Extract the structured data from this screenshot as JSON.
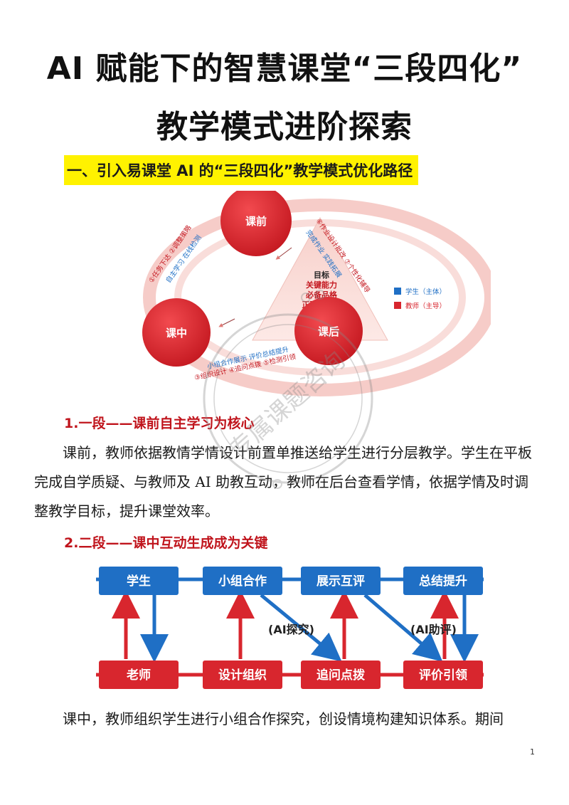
{
  "title": {
    "line1": "AI 赋能下的智慧课堂“三段四化”",
    "line2": "教学模式进阶探索"
  },
  "section1": {
    "heading": "一、引入易课堂 AI 的“三段四化”教学模式优化路径"
  },
  "cycle_diagram": {
    "nodes": {
      "before": "课前",
      "during": "课中",
      "after": "课后"
    },
    "center": [
      "目标",
      "关键能力",
      "必备品格",
      "正确价值观"
    ],
    "arc_left_outer": "①任务下达 ②调整策略",
    "arc_left_inner": "自主学习 在线检测",
    "arc_right_outer": "⑥作业设计批改 ⑦个性化辅导",
    "arc_right_inner": "完成作业 实践拓展",
    "arc_bottom_inner": "小组合作展示 评价总结提升",
    "arc_bottom_outer": "③组织设计 ④追问点拨 ⑤检测引领",
    "legend": [
      {
        "label": "学生（主体）",
        "color": "#1f6fc5"
      },
      {
        "label": "教师（主导）",
        "color": "#d8262e"
      }
    ]
  },
  "stage1": {
    "heading": "1.一段——课前自主学习为核心",
    "text": "课前，教师依据教情学情设计前置单推送给学生进行分层教学。学生在平板完成自学质疑、与教师及 AI 助教互动，教师在后台查看学情，依据学情及时调整教学目标，提升课堂效率。"
  },
  "stage2": {
    "heading": "2.二段——课中互动生成成为关键"
  },
  "flow_diagram": {
    "top": [
      "学生",
      "小组合作",
      "展示互评",
      "总结提升"
    ],
    "bottom": [
      "老师",
      "设计组织",
      "追问点拨",
      "评价引领"
    ],
    "labels": [
      "(AI探究)",
      "(AI助评)"
    ],
    "colors": {
      "student": "#1f6fc5",
      "teacher": "#d8262e"
    }
  },
  "stage2_text": "课中，教师组织学生进行小组合作探究，创设情境构建知识体系。期间",
  "watermark": "专属课题咨询",
  "page_number": "1"
}
